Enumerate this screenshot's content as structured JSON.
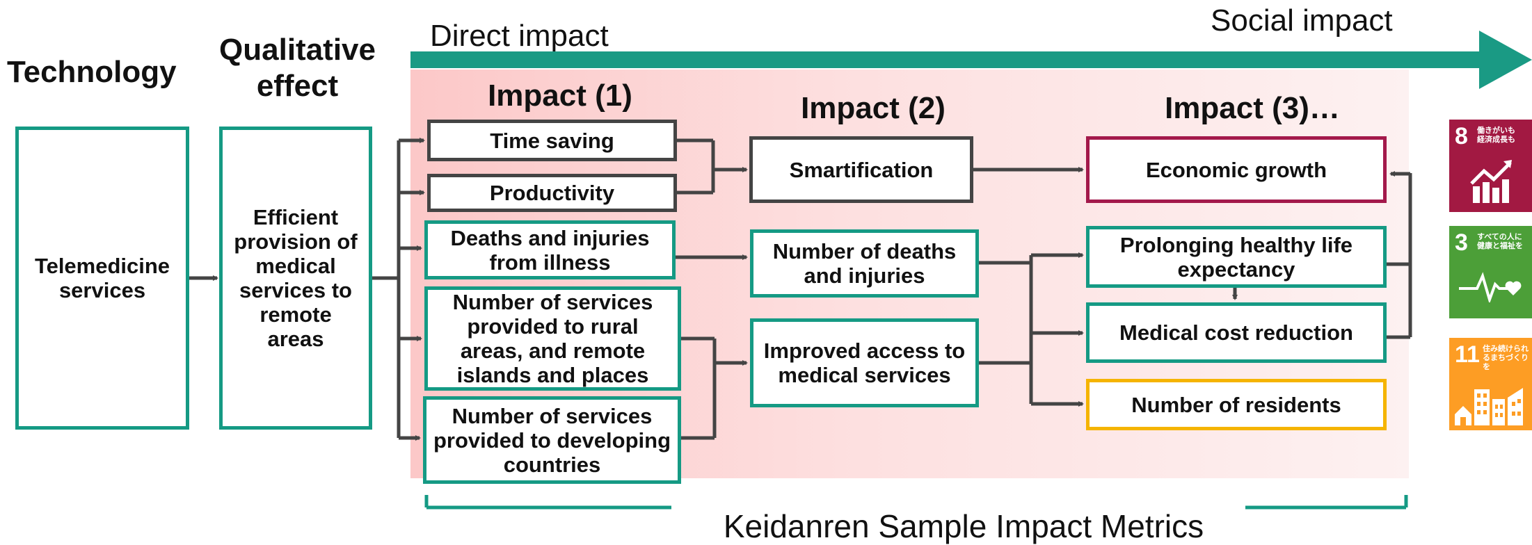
{
  "columns": {
    "technology": "Technology",
    "qualitative_effect": "Qualitative effect",
    "impact1": "Impact (1)",
    "impact2": "Impact (2)",
    "impact3": "Impact (3)…"
  },
  "arrow": {
    "direct": "Direct impact",
    "social": "Social impact"
  },
  "technology": {
    "label": "Telemedicine services"
  },
  "qualitative": {
    "label": "Efficient provision of medical services to remote areas"
  },
  "impact1_items": [
    "Time saving",
    "Productivity",
    "Deaths and injuries from illness",
    "Number of services provided to rural areas, and remote islands and places",
    "Number of services provided to developing countries"
  ],
  "impact2_items": [
    "Smartification",
    "Number of deaths and injuries",
    "Improved access to medical services"
  ],
  "impact3_items": [
    "Economic growth",
    "Prolonging healthy life expectancy",
    "Medical cost reduction",
    "Number of residents"
  ],
  "footer": "Keidanren Sample Impact Metrics",
  "sdgs": [
    {
      "number": "8",
      "text": "働きがいも経済成長も",
      "color": "#a21942",
      "icon": "rising-chart-icon"
    },
    {
      "number": "3",
      "text": "すべての人に健康と福祉を",
      "color": "#4c9f38",
      "icon": "heartbeat-icon"
    },
    {
      "number": "11",
      "text": "住み続けられるまちづくりを",
      "color": "#fd9d24",
      "icon": "city-buildings-icon"
    }
  ],
  "colors": {
    "teal": "#159a84",
    "dark": "#444444",
    "maroon": "#a3194b",
    "gold": "#f5b400"
  }
}
